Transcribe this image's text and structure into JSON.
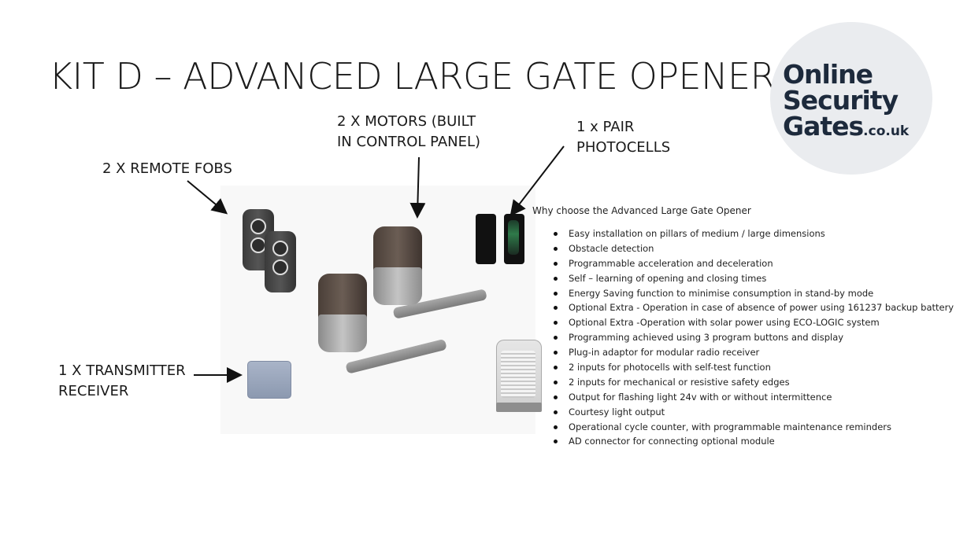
{
  "title": "KIT D – ADVANCED LARGE GATE OPENER",
  "logo": {
    "line1": "Online",
    "line2": "Security",
    "line3": "Gates",
    "suffix": ".co.uk"
  },
  "labels": {
    "motors_line1": "2 X MOTORS (BUILT",
    "motors_line2": "IN CONTROL PANEL)",
    "photocells_line1": "1 x PAIR",
    "photocells_line2": "PHOTOCELLS",
    "remote_fobs": "2 X REMOTE FOBS",
    "receiver_line1": "1 X TRANSMITTER",
    "receiver_line2": "RECEIVER"
  },
  "features_intro": "Why choose the Advanced Large Gate Opener",
  "features": [
    "Easy installation on pillars of medium / large dimensions",
    "Obstacle detection",
    "Programmable acceleration and deceleration",
    "Self – learning of opening and closing times",
    " Energy Saving function to minimise consumption in stand-by mode",
    "Optional Extra - Operation in case of absence of power using 161237 backup battery",
    "Optional Extra -Operation with solar power using ECO-LOGIC system",
    "Programming achieved using 3 program buttons and display",
    "Plug-in adaptor for modular radio receiver",
    "2 inputs for photocells with self-test function",
    "2 inputs for mechanical or resistive safety edges",
    "Output for flashing light 24v with or without intermittence",
    "Courtesy light output",
    "Operational cycle counter, with programmable maintenance reminders",
    "AD connector for connecting optional module"
  ],
  "colors": {
    "logo_bg": "#eaecef",
    "logo_text": "#1d2a3c",
    "title": "#1a1a1a"
  }
}
